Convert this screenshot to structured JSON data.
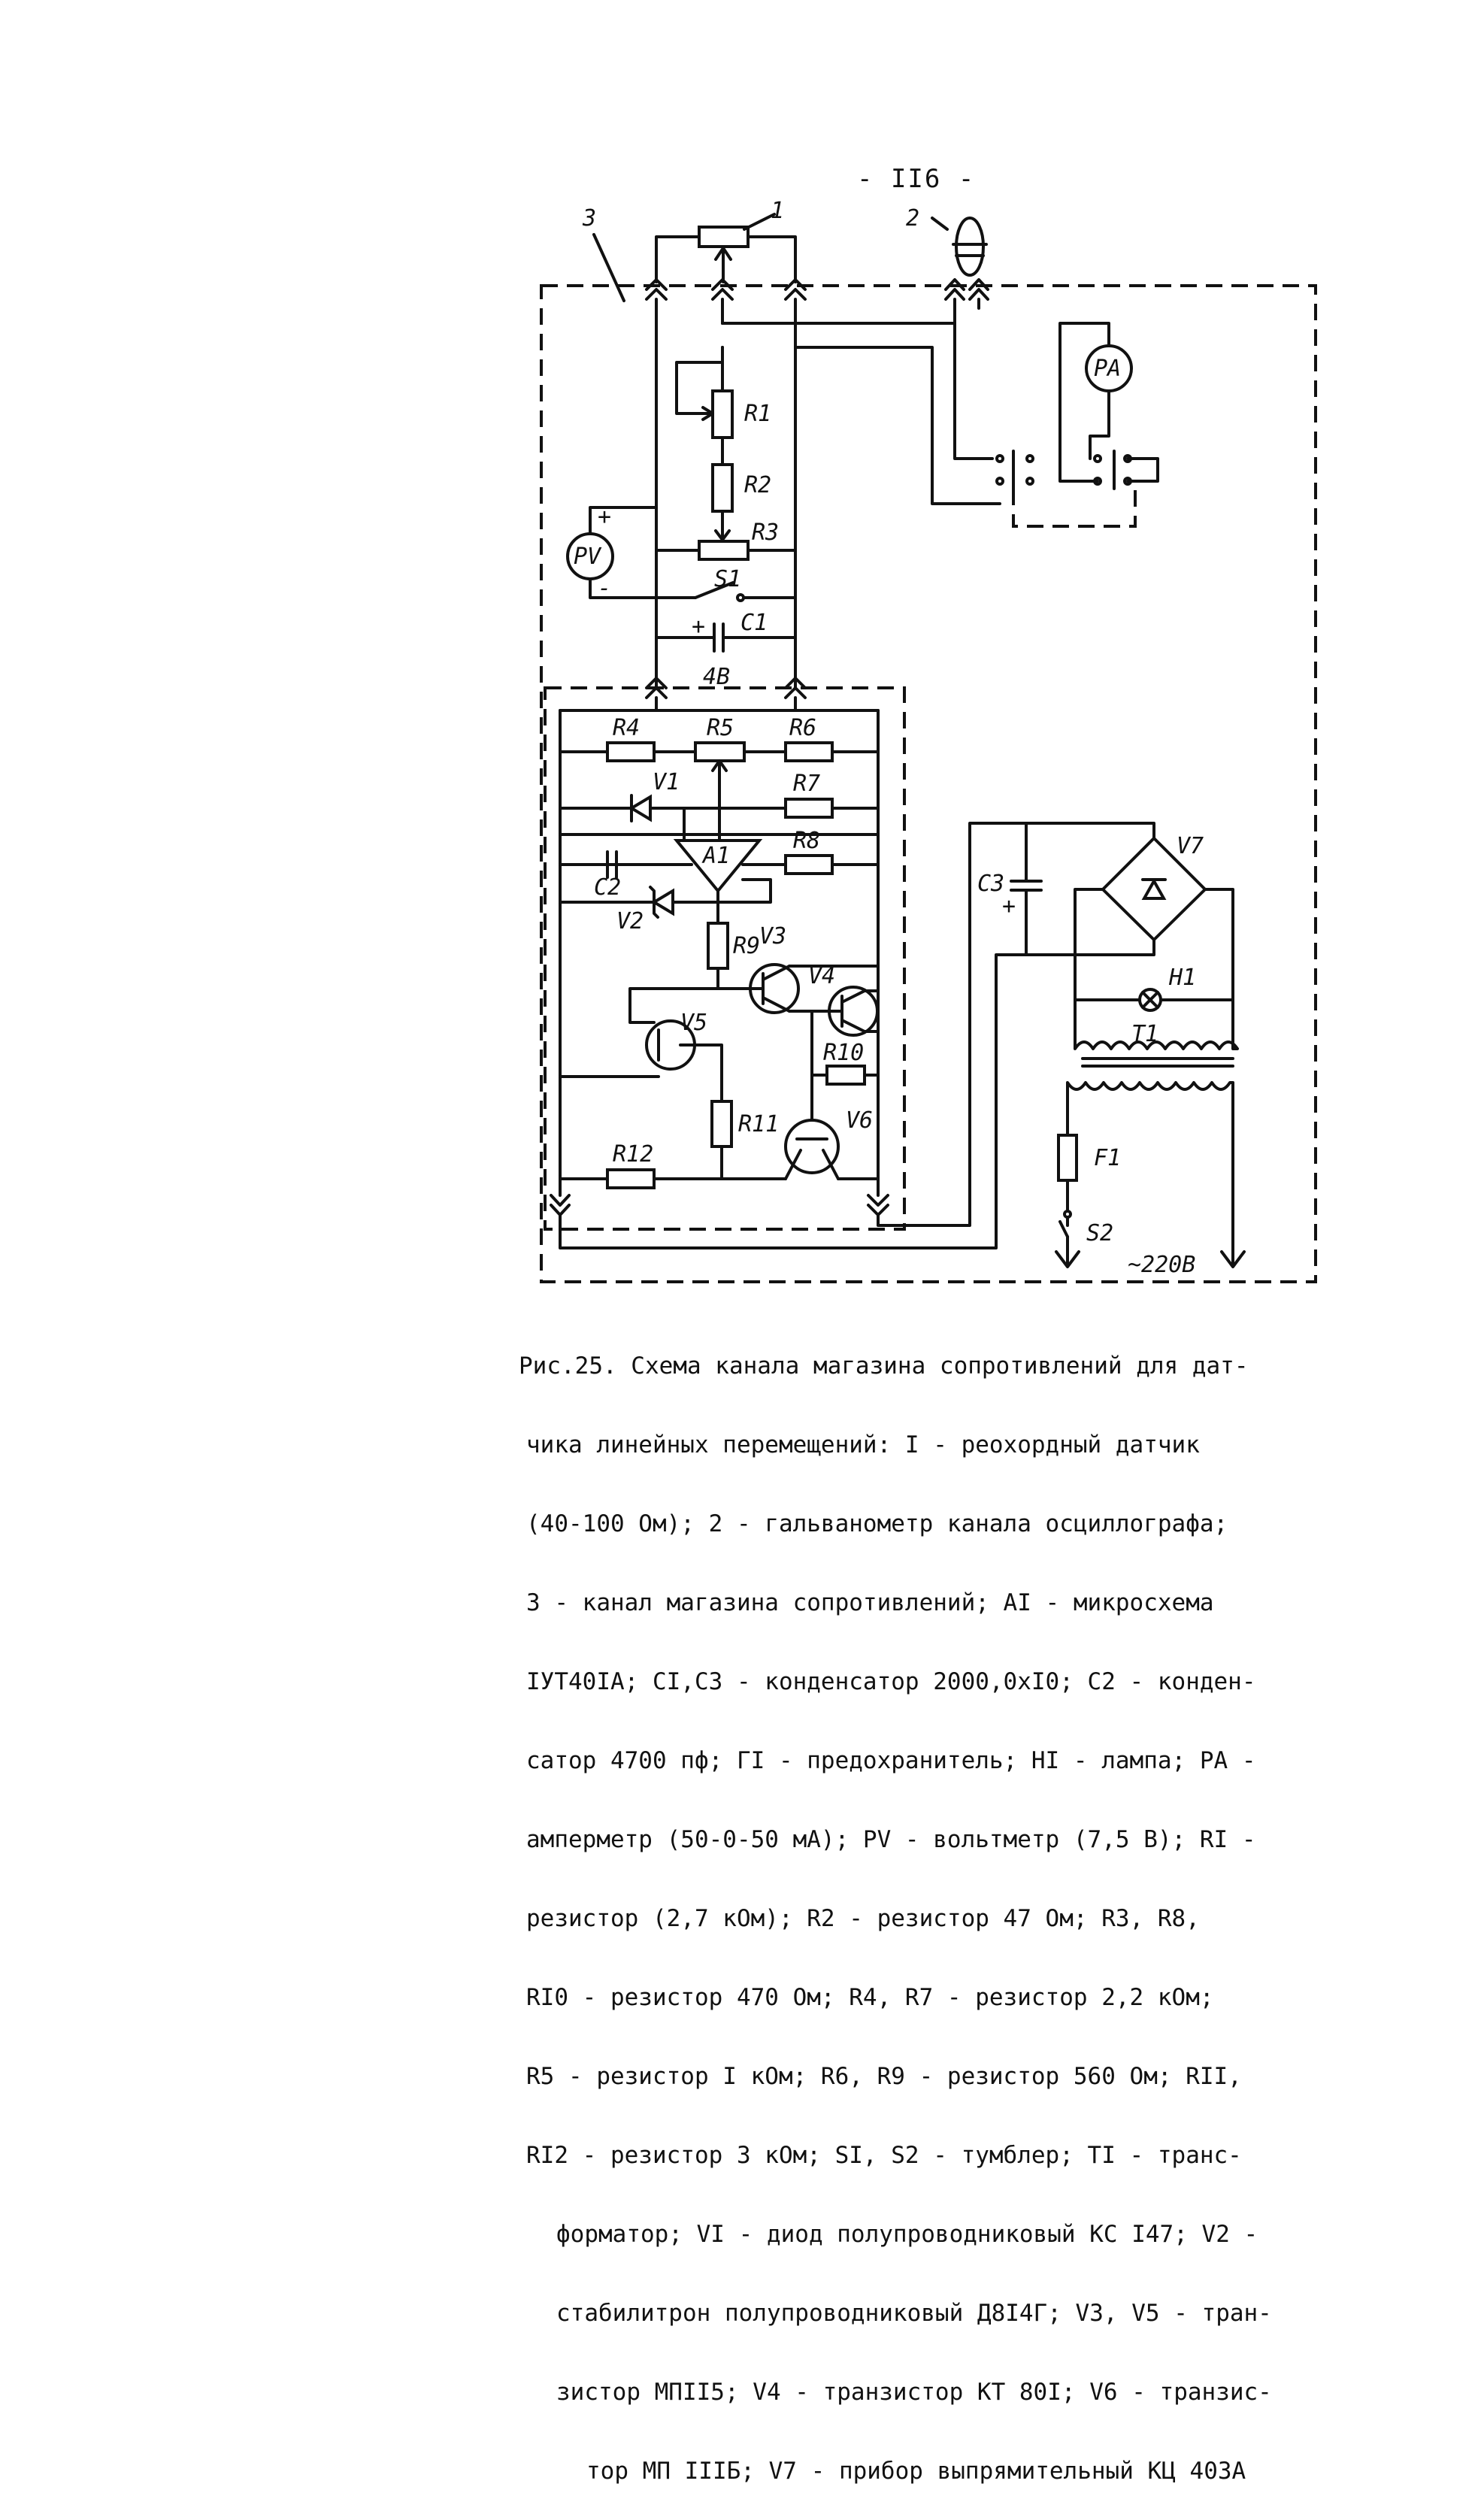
{
  "page_number": "- II6 -",
  "labels": {
    "block3": "3",
    "item1": "1",
    "item2": "2",
    "pa": "PA",
    "pv": "PV",
    "plus": "+",
    "minus": "-",
    "r1": "R1",
    "r2": "R2",
    "r3": "R3",
    "s1": "S1",
    "c1": "C1",
    "v4b": "4B",
    "r4": "R4",
    "r5": "R5",
    "r6": "R6",
    "v1": "V1",
    "r7": "R7",
    "a1": "A1",
    "r8": "R8",
    "c2": "C2",
    "v2": "V2",
    "r9": "R9",
    "v3": "V3",
    "v4": "V4",
    "v5": "V5",
    "r10": "R10",
    "r11": "R11",
    "v6": "V6",
    "r12": "R12",
    "c3": "C3",
    "v7": "V7",
    "h1": "H1",
    "t1": "T1",
    "f1": "F1",
    "s2": "S2",
    "mains": "~220B"
  },
  "caption": [
    "Рис.25. Схема канала магазина сопротивлений для дат-",
    "чика линейных перемещений: I - реохордный датчик",
    "(40-100 Ом); 2 - гальванометр канала осциллографа;",
    "3 - канал магазина сопротивлений; AI - микросхема",
    "IУТ40IA; CI,C3 - конденсатор 2000,0xI0; C2 - конден-",
    "сатор 4700 пф; ГI - предохранитель; HI - лампа; PA -",
    "амперметр (50-0-50 мА); PV - вольтметр (7,5 В); RI -",
    "резистор (2,7 кОм); R2 - резистор 47 Ом; R3, R8,",
    "RI0 - резистор 470 Ом; R4, R7 - резистор 2,2 кОм;",
    "R5 - резистор I кОм; R6, R9 - резистор 560 Ом; RII,",
    "RI2 - резистор 3 кОм; SI, S2 - тумблер; TI - транс-",
    "форматор; VI - диод полупроводниковый КС I47; V2 -",
    "стабилитрон полупроводниковый Д8I4Г; V3, V5 - тран-",
    "зистор МПII5; V4 - транзистор КТ 80I; V6 - транзис-",
    "тор МП IIIБ; V7 - прибор выпрямительный КЦ 403А"
  ]
}
